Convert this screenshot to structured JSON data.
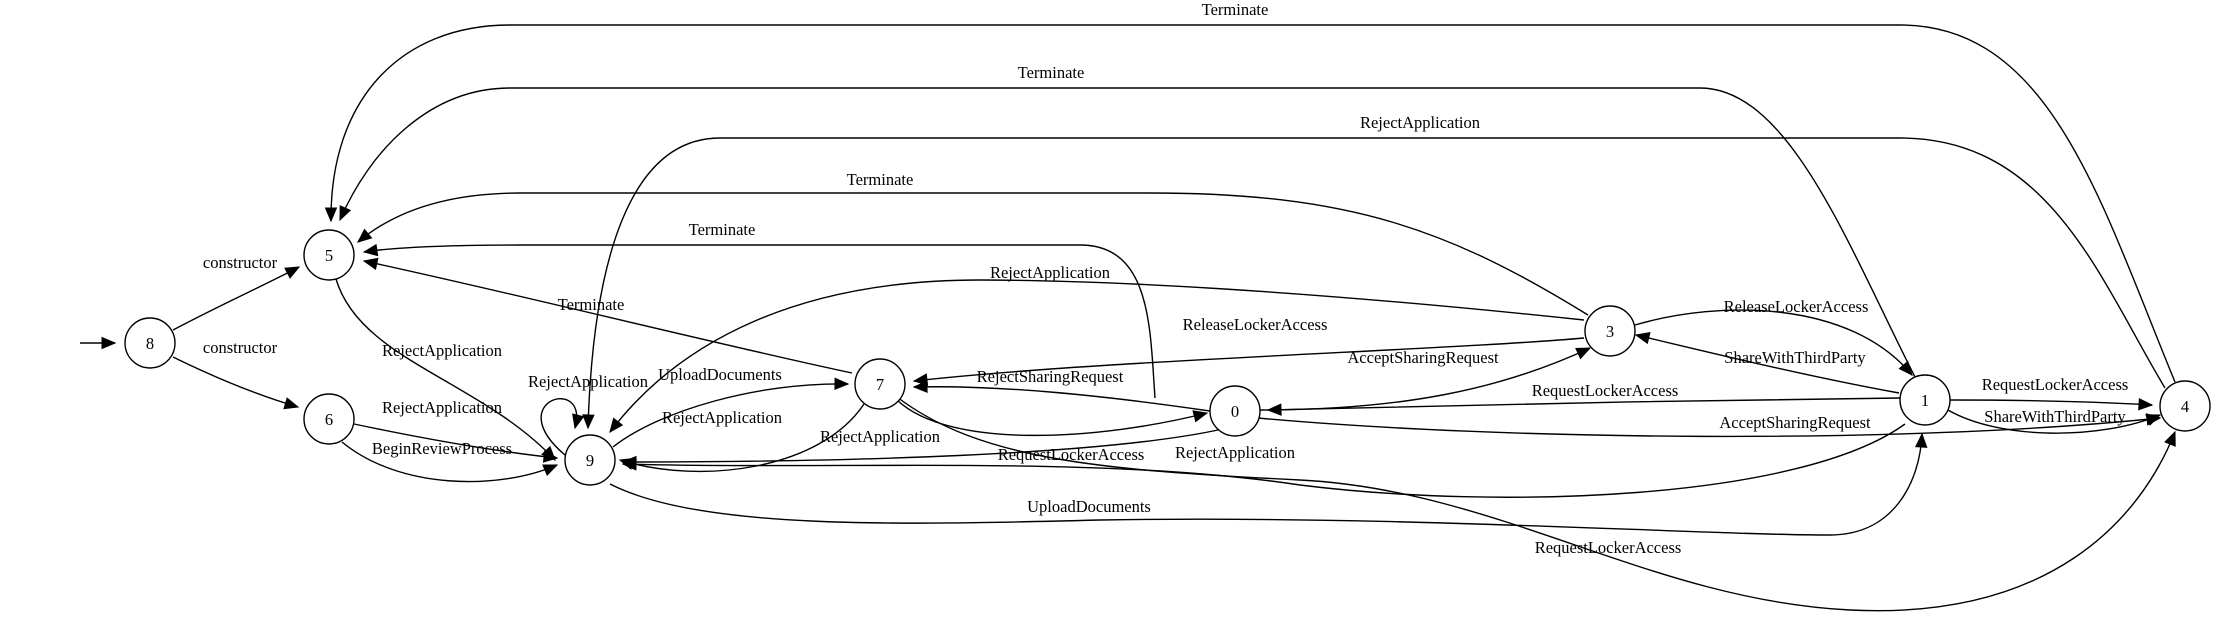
{
  "nodes": [
    {
      "id": "0",
      "label": "0"
    },
    {
      "id": "1",
      "label": "1"
    },
    {
      "id": "3",
      "label": "3"
    },
    {
      "id": "4",
      "label": "4"
    },
    {
      "id": "5",
      "label": "5"
    },
    {
      "id": "6",
      "label": "6"
    },
    {
      "id": "7",
      "label": "7"
    },
    {
      "id": "8",
      "label": "8"
    },
    {
      "id": "9",
      "label": "9"
    }
  ],
  "edges": [
    {
      "id": "e-start-8",
      "from": "",
      "to": "8",
      "label": ""
    },
    {
      "id": "e-8-5",
      "from": "8",
      "to": "5",
      "label": "constructor"
    },
    {
      "id": "e-8-6",
      "from": "8",
      "to": "6",
      "label": "constructor"
    },
    {
      "id": "e-4-5",
      "from": "4",
      "to": "5",
      "label": "Terminate"
    },
    {
      "id": "e-1-5",
      "from": "1",
      "to": "5",
      "label": "Terminate"
    },
    {
      "id": "e-4-9",
      "from": "4",
      "to": "9",
      "label": "RejectApplication"
    },
    {
      "id": "e-3-5",
      "from": "3",
      "to": "5",
      "label": "Terminate"
    },
    {
      "id": "e-0-5",
      "from": "0",
      "to": "5",
      "label": "Terminate"
    },
    {
      "id": "e-3-9",
      "from": "3",
      "to": "9",
      "label": "RejectApplication"
    },
    {
      "id": "e-7-5",
      "from": "7",
      "to": "5",
      "label": "Terminate"
    },
    {
      "id": "e-3-7",
      "from": "3",
      "to": "7",
      "label": "ReleaseLockerAccess"
    },
    {
      "id": "e-3-1",
      "from": "3",
      "to": "1",
      "label": "ReleaseLockerAccess"
    },
    {
      "id": "e-0-3",
      "from": "0",
      "to": "3",
      "label": "AcceptSharingRequest"
    },
    {
      "id": "e-1-3",
      "from": "1",
      "to": "3",
      "label": "ShareWithThirdParty"
    },
    {
      "id": "e-5-9",
      "from": "5",
      "to": "9",
      "label": "RejectApplication"
    },
    {
      "id": "e-9-9",
      "from": "9",
      "to": "9",
      "label": "RejectApplication"
    },
    {
      "id": "e-9-7",
      "from": "9",
      "to": "7",
      "label": "UploadDocuments"
    },
    {
      "id": "e-0-7",
      "from": "0",
      "to": "7",
      "label": "RejectSharingRequest"
    },
    {
      "id": "e-1-0",
      "from": "1",
      "to": "0",
      "label": "RequestLockerAccess"
    },
    {
      "id": "e-1-4",
      "from": "1",
      "to": "4",
      "label": "RequestLockerAccess"
    },
    {
      "id": "e-1-4b",
      "from": "1",
      "to": "4",
      "label": "ShareWithThirdParty"
    },
    {
      "id": "e-0-4",
      "from": "0",
      "to": "4",
      "label": "AcceptSharingRequest"
    },
    {
      "id": "e-7-9",
      "from": "7",
      "to": "9",
      "label": "RejectApplication"
    },
    {
      "id": "e-7-0",
      "from": "7",
      "to": "0",
      "label": "RequestLockerAccess"
    },
    {
      "id": "e-0-9",
      "from": "0",
      "to": "9",
      "label": "RejectApplication"
    },
    {
      "id": "e-6-9",
      "from": "6",
      "to": "9",
      "label": "RejectApplication"
    },
    {
      "id": "e-6-9b",
      "from": "6",
      "to": "9",
      "label": "BeginReviewProcess"
    },
    {
      "id": "e-1-9",
      "from": "1",
      "to": "9",
      "label": "RejectApplication"
    },
    {
      "id": "e-9-1",
      "from": "9",
      "to": "1",
      "label": "UploadDocuments"
    },
    {
      "id": "e-7-4",
      "from": "7",
      "to": "4",
      "label": "RequestLockerAccess"
    }
  ]
}
